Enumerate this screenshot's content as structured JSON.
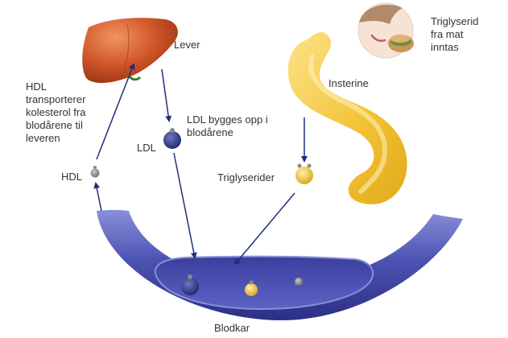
{
  "labels": {
    "liver": "Lever",
    "hdl_description": "HDL\ntransporterer\nkolesterol fra\nblodårene til\nleveren",
    "ldl_description": "LDL bygges opp i\nblodårene",
    "ldl": "LDL",
    "hdl": "HDL",
    "intestine": "Insterine",
    "triglycerides": "Triglyserider",
    "food_intake": "Triglyserid\nfra mat\ninntas",
    "blood_vessel": "Blodkar"
  },
  "colors": {
    "arrow": "#1f2f7a",
    "liver": "#c44a1e",
    "intestine": "#f2c132",
    "vessel": "#4a4fb0",
    "ldl_particle": "#27327e",
    "hdl_particle": "#8a8a8a",
    "triglyceride_particle": "#e8b82a"
  }
}
